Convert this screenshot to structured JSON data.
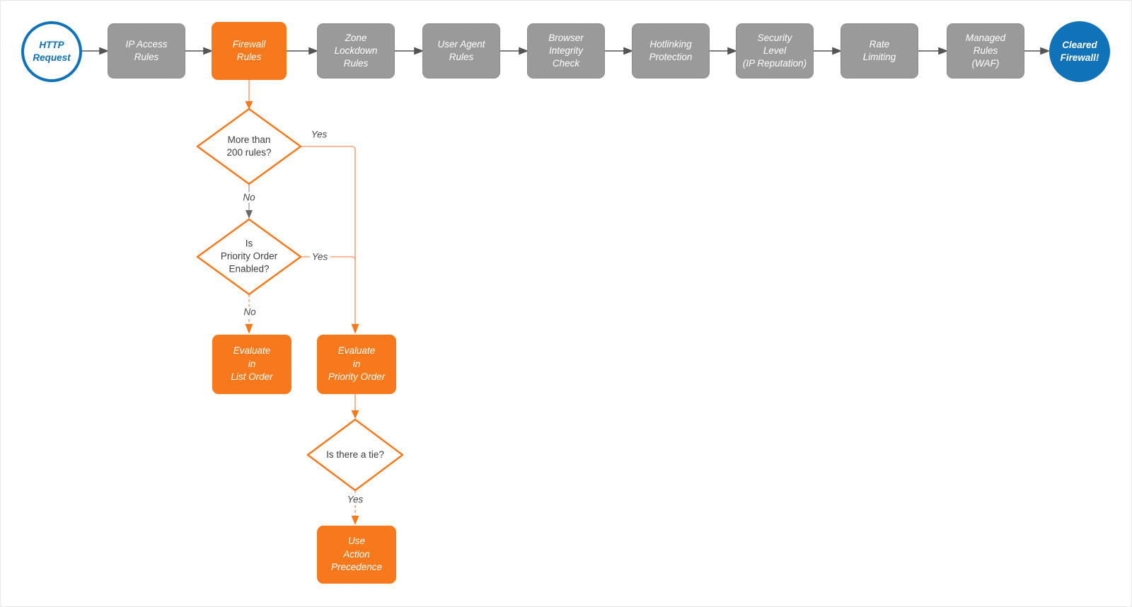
{
  "flow": {
    "start": {
      "label": "HTTP\nRequest"
    },
    "end": {
      "label": "Cleared\nFirewall!"
    },
    "stages": [
      {
        "label": "IP Access\nRules"
      },
      {
        "label": "Firewall\nRules",
        "highlight": true
      },
      {
        "label": "Zone\nLockdown\nRules"
      },
      {
        "label": "User Agent\nRules"
      },
      {
        "label": "Browser\nIntegrity\nCheck"
      },
      {
        "label": "Hotlinking\nProtection"
      },
      {
        "label": "Security\nLevel\n(IP Reputation)"
      },
      {
        "label": "Rate\nLimiting"
      },
      {
        "label": "Managed\nRules\n(WAF)"
      }
    ],
    "decisions": [
      {
        "label": "More than\n200 rules?",
        "yes_label": "Yes",
        "no_label": "No"
      },
      {
        "label": "Is\nPriority Order\nEnabled?",
        "yes_label": "Yes",
        "no_label": "No"
      },
      {
        "label": "Is there a tie?",
        "yes_label": "Yes"
      }
    ],
    "actions": [
      {
        "label": "Evaluate\nin\nList Order"
      },
      {
        "label": "Evaluate\nin\nPriority Order"
      },
      {
        "label": "Use\nAction\nPrecedence"
      }
    ],
    "colors": {
      "accent_orange": "#F8791B",
      "connector_orange": "#F9A47A",
      "stage_gray": "#9A9A9A",
      "accent_blue": "#1072B8",
      "arrow_gray": "#555555",
      "text_dark": "#3D3D3D"
    }
  }
}
